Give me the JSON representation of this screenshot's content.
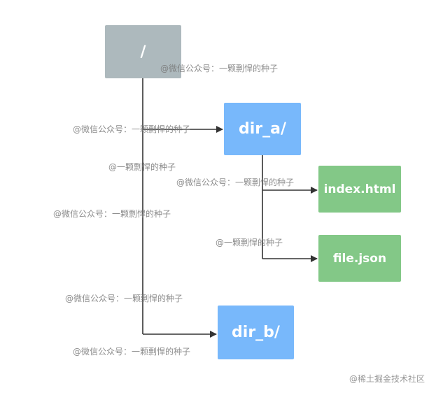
{
  "nodes": {
    "root": {
      "label": "/",
      "color": "#adb9bd"
    },
    "dir_a": {
      "label": "dir_a/",
      "color": "#78b8fb"
    },
    "index_html": {
      "label": "index.html",
      "color": "#83c887"
    },
    "file_json": {
      "label": "file.json",
      "color": "#83c887"
    },
    "dir_b": {
      "label": "dir_b/",
      "color": "#78b8fb"
    }
  },
  "connector_color": "#333333",
  "watermarks": {
    "wm1": "@微信公众号：一颗剽悍的种子",
    "wm2": "@微信公众号：一颗剽悍的种子",
    "wm3": "@一颗剽悍的种子",
    "wm4": "@微信公众号：一颗剽悍的种子",
    "wm5": "@微信公众号：一颗剽悍的种子",
    "wm6": "@一颗剽悍的种子",
    "wm7": "@微信公众号：一颗剽悍的种子",
    "wm8": "@微信公众号：一颗剽悍的种子",
    "site": "@稀土掘金技术社区"
  }
}
